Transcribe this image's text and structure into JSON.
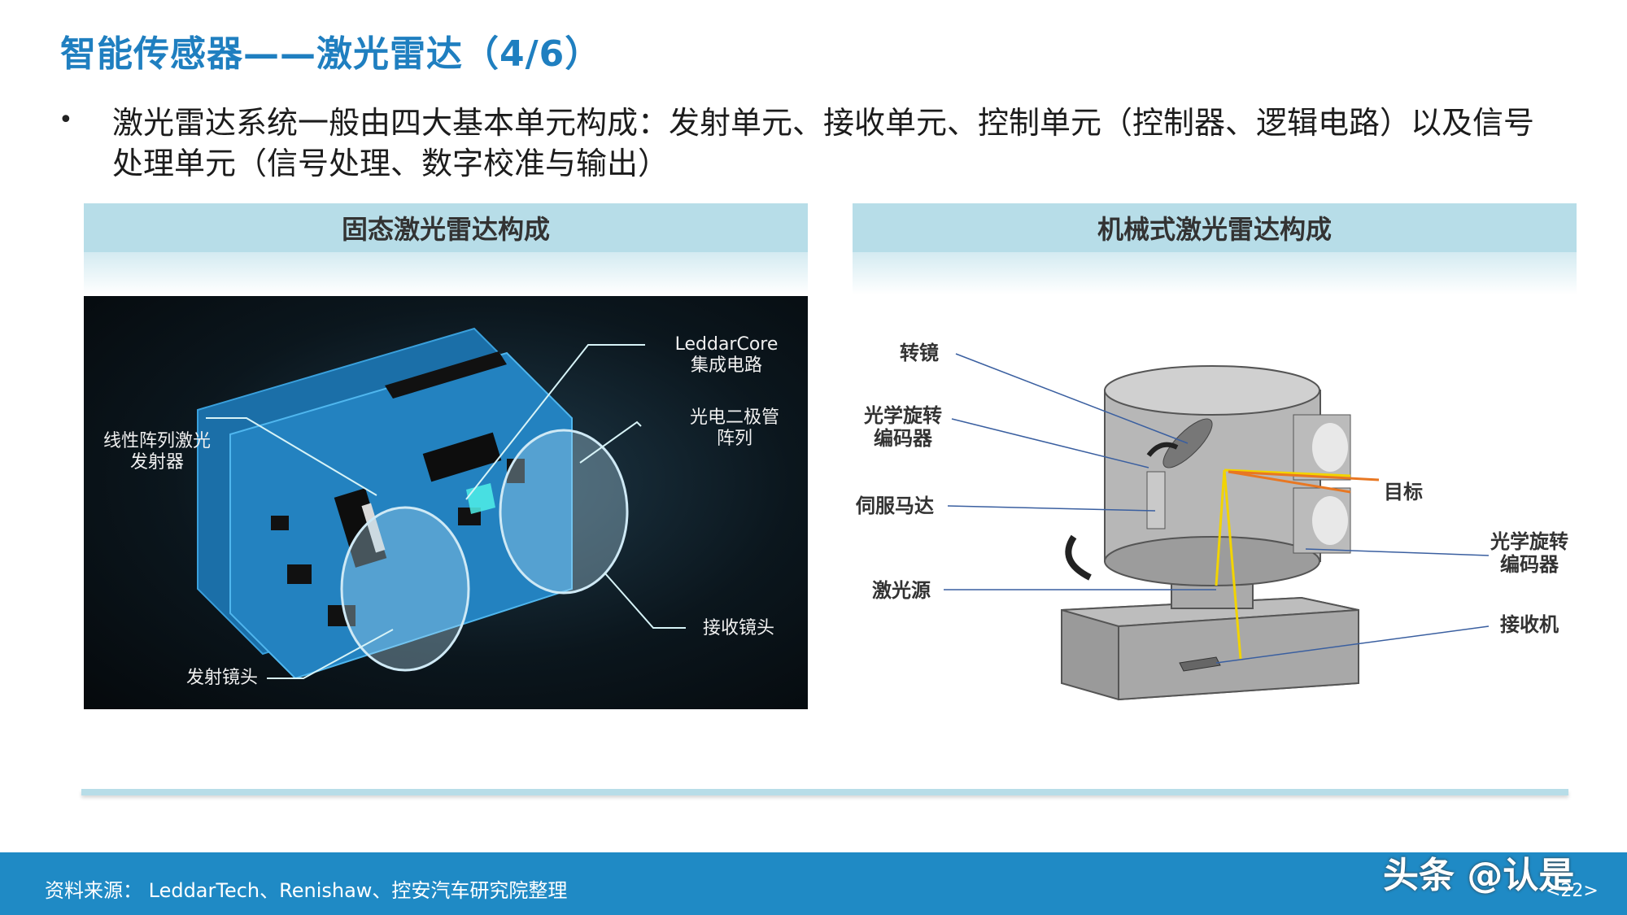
{
  "title": "智能传感器——激光雷达（4/6）",
  "bullet": "激光雷达系统一般由四大基本单元构成：发射单元、接收单元、控制单元（控制器、逻辑电路）以及信号处理单元（信号处理、数字校准与输出）",
  "panels": {
    "solid_state": {
      "title": "固态激光雷达构成",
      "labels": {
        "leddarcore_1": "LeddarCore",
        "leddarcore_2": "集成电路",
        "photodiode_1": "光电二极管",
        "photodiode_2": "阵列",
        "laser_emitter_1": "线性阵列激光",
        "laser_emitter_2": "发射器",
        "receive_lens": "接收镜头",
        "emit_lens": "发射镜头"
      }
    },
    "mechanical": {
      "title": "机械式激光雷达构成",
      "labels": {
        "mirror": "转镜",
        "encoder_left_1": "光学旋转",
        "encoder_left_2": "编码器",
        "servo": "伺服马达",
        "laser_source": "激光源",
        "target": "目标",
        "encoder_right_1": "光学旋转",
        "encoder_right_2": "编码器",
        "receiver": "接收机"
      }
    }
  },
  "footer": {
    "source": "资料来源： LeddarTech、Renishaw、控安汽车研究院整理",
    "watermark": "头条 @认是",
    "page": "<22>"
  },
  "colors": {
    "title": "#1f7fc0",
    "panel_header": "#b7dde8",
    "footer": "#1f8ac5"
  }
}
